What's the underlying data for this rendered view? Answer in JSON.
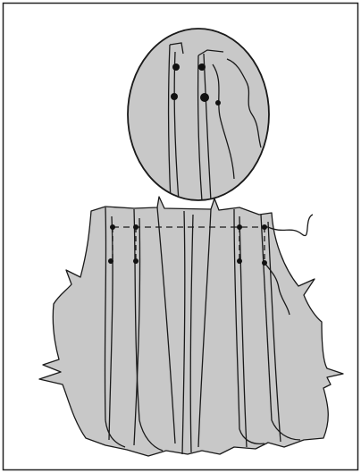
{
  "figure": {
    "frame": "border-frame",
    "callout": "detail-oval-magnified-pleats",
    "main": "pleated-panel-illustration",
    "colors": {
      "fabric": "#c8c8c8",
      "outline": "#1a1a1a",
      "background": "#ffffff",
      "frame": "#222222"
    },
    "markers": {
      "pleat_marks": "dot-icon",
      "basting": "dashed-stitch-line",
      "thread": "loose-thread-tail"
    }
  }
}
